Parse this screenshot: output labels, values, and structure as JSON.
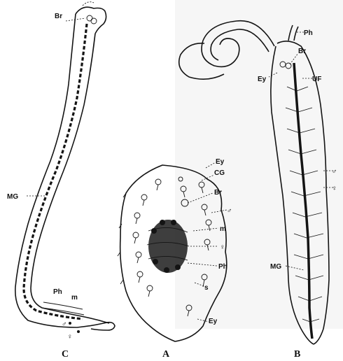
{
  "figure": {
    "panel_labels": {
      "A": "A",
      "B": "B",
      "C": "C"
    },
    "labels": {
      "c_br": "Br",
      "c_mg": "MG",
      "c_ph": "Ph",
      "c_m": "m",
      "c_male": "♂",
      "c_female": "♀",
      "a_ey_top": "Ey",
      "a_cg": "CG",
      "a_br": "Br",
      "a_male": "♂",
      "a_m": "m",
      "a_female": "♀",
      "a_ph": "Ph",
      "a_s": "s",
      "a_ey_bottom": "Ey",
      "b_ph": "Ph",
      "b_br": "Br",
      "b_ey": "Ey",
      "b_uf": "UF",
      "b_mg": "MG",
      "b_male": "♂",
      "b_female": "♀"
    }
  }
}
